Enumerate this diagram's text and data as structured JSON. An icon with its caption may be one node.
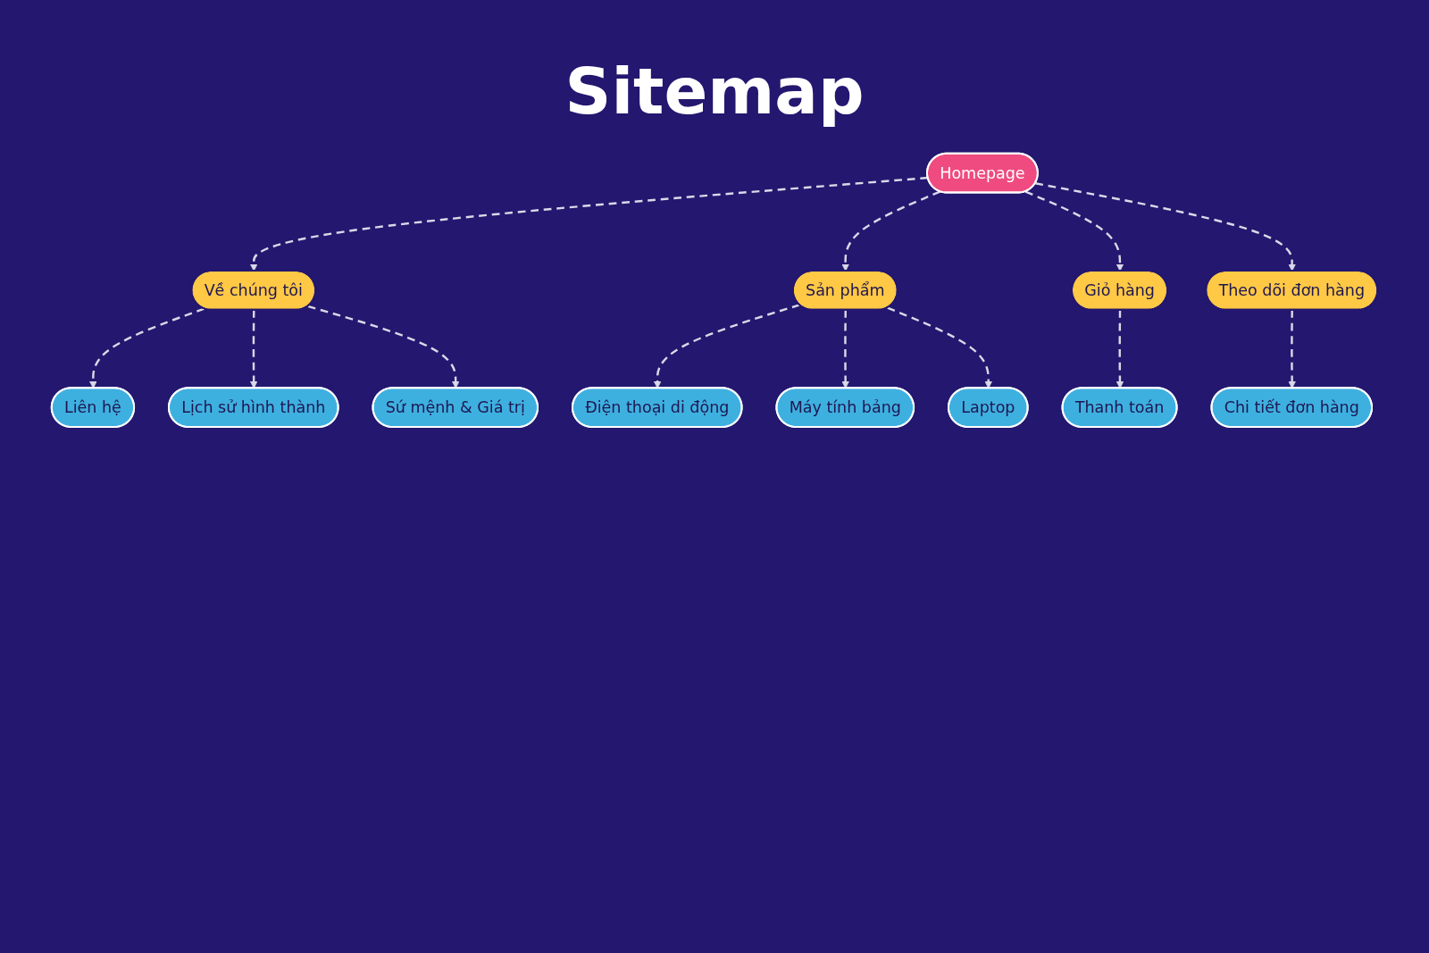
{
  "diagram": {
    "title": "Sitemap",
    "nodes": [
      {
        "text": [
          "Homepage"
        ]
      },
      {
        "text": [
          "Về chúng tôi"
        ]
      },
      {
        "text": [
          "Sản phẩm"
        ]
      },
      {
        "text": [
          "Giỏ hàng"
        ]
      },
      {
        "text": [
          "Theo dõi đơn hàng"
        ]
      },
      {
        "text": [
          "Liên hệ"
        ]
      },
      {
        "text": [
          "Lịch sử hình thành"
        ]
      },
      {
        "text": [
          "Sứ mệnh & Giá trị"
        ]
      },
      {
        "text": [
          "Điện thoại di động"
        ]
      },
      {
        "text": [
          "Máy tính bảng"
        ]
      },
      {
        "text": [
          "Laptop"
        ]
      },
      {
        "text": [
          "Thanh toán"
        ]
      },
      {
        "text": [
          "Chi tiết đơn hàng"
        ]
      }
    ],
    "edges": [
      {
        "from": 0,
        "to": 1,
        "arrow": "to",
        "style": "dashed"
      },
      {
        "from": 0,
        "to": 2,
        "arrow": "to",
        "style": "dashed"
      },
      {
        "from": 0,
        "to": 3,
        "arrow": "to",
        "style": "dashed"
      },
      {
        "from": 0,
        "to": 4,
        "arrow": "to",
        "style": "dashed"
      },
      {
        "from": 1,
        "to": 5,
        "arrow": "to",
        "style": "dashed"
      },
      {
        "from": 1,
        "to": 6,
        "arrow": "to",
        "style": "dashed"
      },
      {
        "from": 1,
        "to": 7,
        "arrow": "to",
        "style": "dashed"
      },
      {
        "from": 2,
        "to": 8,
        "arrow": "to",
        "style": "dashed"
      },
      {
        "from": 2,
        "to": 9,
        "arrow": "to",
        "style": "dashed"
      },
      {
        "from": 2,
        "to": 10,
        "arrow": "to",
        "style": "dashed"
      },
      {
        "from": 3,
        "to": 11,
        "arrow": "to",
        "style": "dashed"
      },
      {
        "from": 4,
        "to": 12,
        "arrow": "to",
        "style": "dashed"
      }
    ]
  }
}
